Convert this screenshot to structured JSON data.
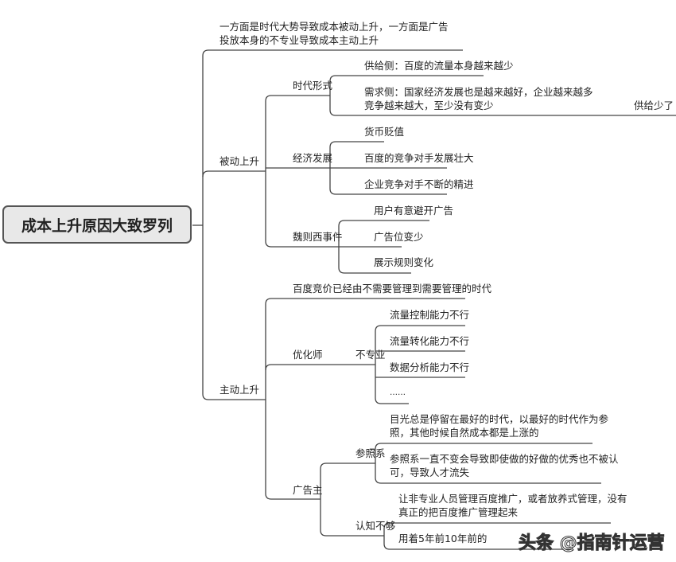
{
  "root": "成本上升原因大致罗列",
  "summary": [
    "一方面是时代大势导致成本被动上升，一方面是广告",
    "投放本身的不专业导致成本主动上升"
  ],
  "passive": {
    "label": "被动上升",
    "era": {
      "label": "时代形式",
      "supply": "供给侧：百度的流量本身越来越少",
      "demand": [
        "需求侧：国家经济发展也是越来越好，企业越来越多",
        "竞争越来越大，至少没有变少"
      ],
      "note": "供给少了"
    },
    "economy": {
      "label": "经济发展",
      "items": [
        "货币贬值",
        "百度的竞争对手发展壮大",
        "企业竞争对手不断的精进"
      ]
    },
    "event": {
      "label": "魏则西事件",
      "items": [
        "用户有意避开广告",
        "广告位变少",
        "展示规则变化"
      ]
    }
  },
  "active": {
    "label": "主动上升",
    "era_note": "百度竞价已经由不需要管理到需要管理的时代",
    "optimizer": {
      "label": "优化师",
      "sub": "不专业",
      "items": [
        "流量控制能力不行",
        "流量转化能力不行",
        "数据分析能力不行",
        "……"
      ]
    },
    "advertiser": {
      "label": "广告主",
      "reference": {
        "label": "参照系",
        "items": [
          [
            "目光总是停留在最好的时代，以最好的时代作为参",
            "照，其他时候自然成本都是上涨的"
          ],
          [
            "参照系一直不变会导致即使做的好做的优秀也不被认",
            "可，导致人才流失"
          ]
        ]
      },
      "cognition": {
        "label": "认知不够",
        "items": [
          [
            "让非专业人员管理百度推广，或者放养式管理，没有",
            "真正的把百度推广管理起来"
          ],
          "用着5年前10年前的"
        ]
      }
    }
  },
  "watermark": "头条 @指南针运营"
}
